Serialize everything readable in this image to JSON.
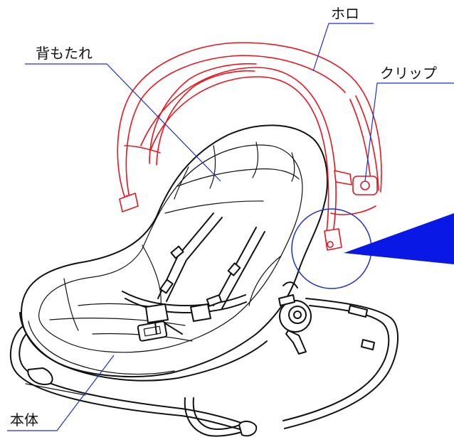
{
  "labels": {
    "hood": "ホロ",
    "backrest": "背もたれ",
    "clip": "クリップ",
    "body": "本体"
  },
  "colors": {
    "hood_outline": "#e8141c",
    "leader_lines": "#1d2fd1",
    "callout_wedge": "#0a18e6",
    "line_art": "#111111"
  }
}
